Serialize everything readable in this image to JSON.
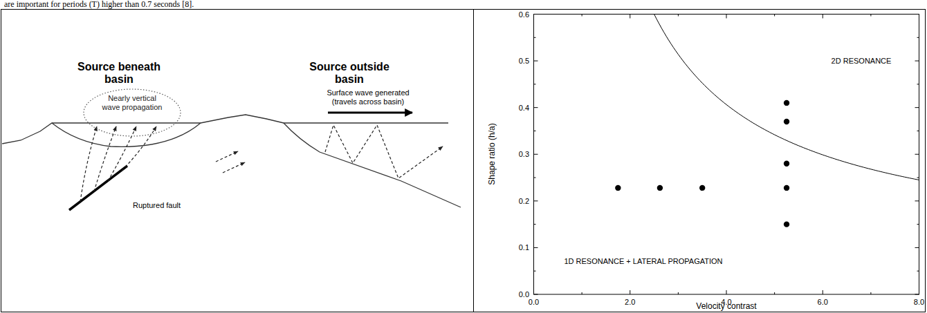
{
  "diagram": {
    "nodes": [
      {
        "text": [
          "Nearly vertical wave propagation"
        ]
      }
    ],
    "labels": [
      "are important for periods (T) higher than 0.7 seconds [8].",
      "Source beneath basin",
      "Source outside basin",
      "Surface wave generated (travels across basin)",
      "Ruptured fault",
      "2D RESONANCE",
      "1D RESONANCE + LATERAL PROPAGATION",
      "Shape ratio (h/a)",
      "Velocity contrast",
      "0.0",
      "0.1",
      "0.2",
      "0.3",
      "0.4",
      "0.5",
      "0.6",
      "0.0",
      "2.0",
      "4.0",
      "6.0",
      "8.0"
    ]
  }
}
